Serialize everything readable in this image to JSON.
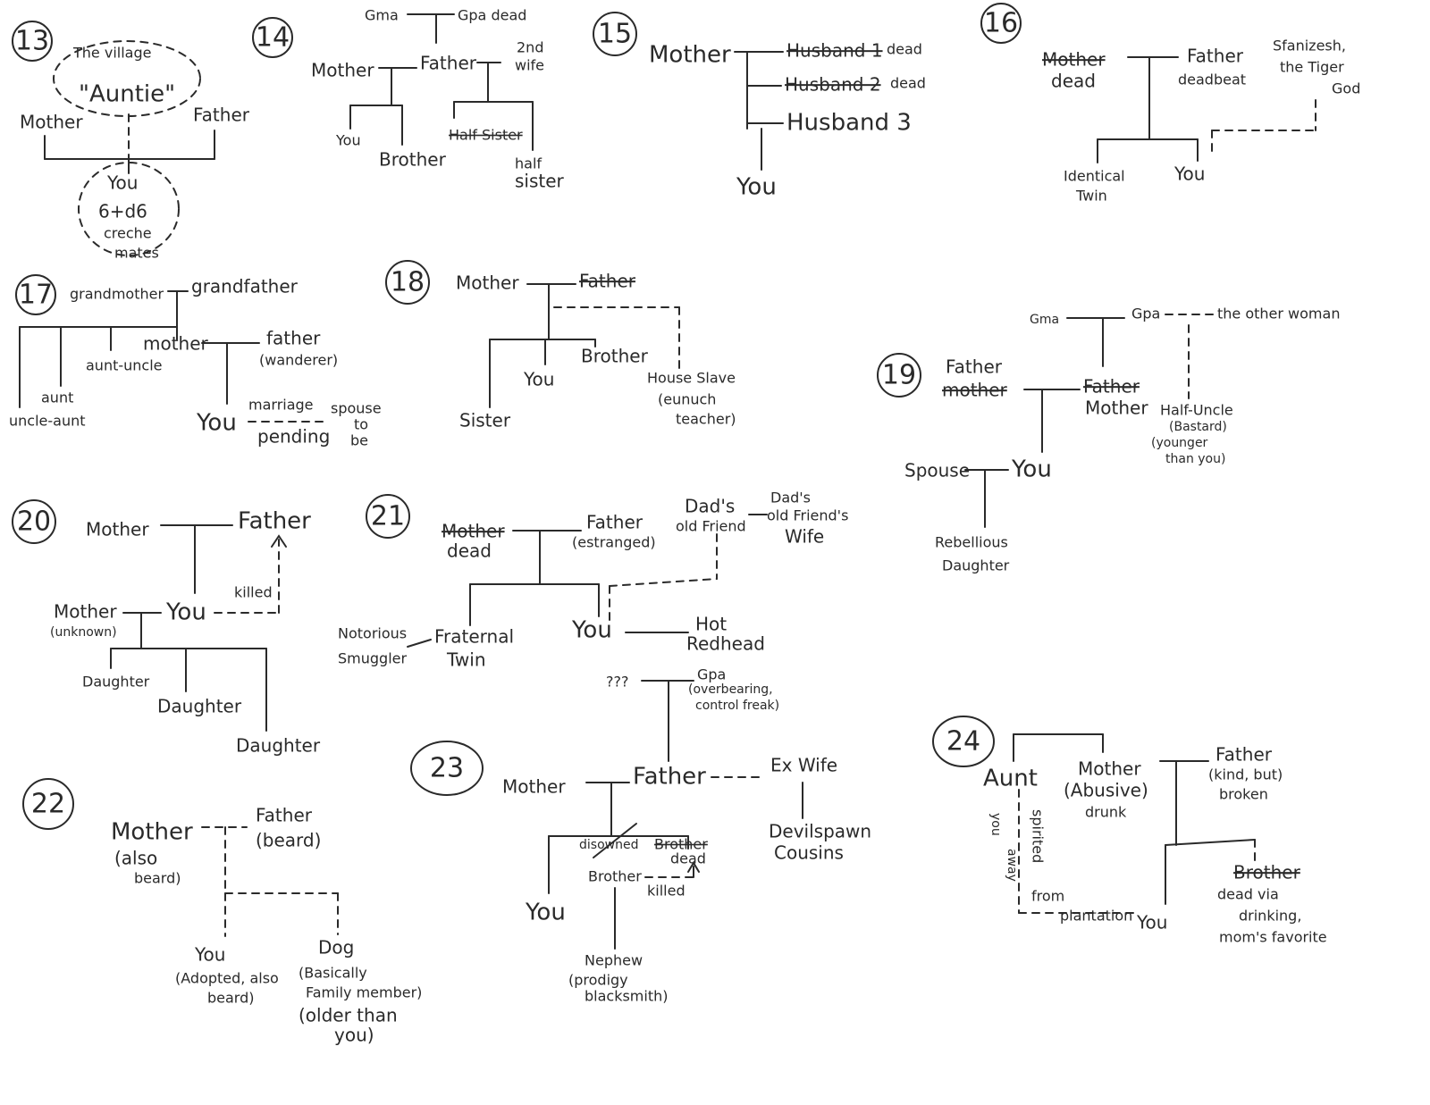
{
  "trees": {
    "t13": {
      "number": "13",
      "village": "The village",
      "auntie": "\"Auntie\"",
      "mother": "Mother",
      "father": "Father",
      "you": "You",
      "crechemates": "6+d6",
      "creche_label": "creche",
      "mates": "mates"
    },
    "t14": {
      "number": "14",
      "gma": "Gma",
      "gpa": "Gpa dead",
      "mother": "Mother",
      "father": "Father",
      "second_wife": "2nd",
      "second_wife_2": "wife",
      "you": "You",
      "brother": "Brother",
      "half_sister_struck": "Half Sister",
      "half_sister": "half",
      "half_sister_2": "sister"
    },
    "t15": {
      "number": "15",
      "mother": "Mother",
      "husband1": "Husband 1",
      "dead1": "dead",
      "husband2": "Husband 2",
      "dead2": "dead",
      "husband3": "Husband 3",
      "you": "You"
    },
    "t16": {
      "number": "16",
      "mother": "Mother",
      "dead": "dead",
      "father": "Father",
      "deadbeat": "deadbeat",
      "god_1": "Sfanizesh,",
      "god_2": "the Tiger",
      "god_3": "God",
      "twin_1": "Identical",
      "twin_2": "Twin",
      "you": "You"
    },
    "t17": {
      "number": "17",
      "grandmother": "grandmother",
      "grandfather": "grandfather",
      "mother": "mother",
      "father": "father",
      "wanderer": "(wanderer)",
      "aunt_uncle": "aunt-uncle",
      "aunt": "aunt",
      "uncle_aunt": "uncle-aunt",
      "you": "You",
      "marriage": "marriage",
      "pending": "pending",
      "spouse_1": "spouse",
      "spouse_2": "to",
      "spouse_3": "be"
    },
    "t18": {
      "number": "18",
      "mother": "Mother",
      "father": "Father",
      "you": "You",
      "brother": "Brother",
      "sister": "Sister",
      "slave_1": "House Slave",
      "slave_2": "(eunuch",
      "slave_3": "teacher)"
    },
    "t19": {
      "number": "19",
      "gma": "Gma",
      "gpa": "Gpa",
      "other_woman": "the other woman",
      "father": "Father",
      "mother_struck": "mother",
      "father_struck": "Father",
      "mother": "Mother",
      "half_uncle": "Half-Uncle",
      "bastard": "(Bastard)",
      "younger": "(younger",
      "than_you": "than you)",
      "spouse": "Spouse",
      "you": "You",
      "daughter_1": "Rebellious",
      "daughter_2": "Daughter"
    },
    "t20": {
      "number": "20",
      "mother": "Mother",
      "father": "Father",
      "you": "You",
      "killed": "killed",
      "mother_unknown": "Mother",
      "unknown": "(unknown)",
      "daughter": "Daughter"
    },
    "t21": {
      "number": "21",
      "mother": "Mother",
      "dead": "dead",
      "father": "Father",
      "estranged": "(estranged)",
      "friend_1": "Dad's",
      "friend_2": "old Friend",
      "wife_1": "Dad's",
      "wife_2": "old Friend's",
      "wife_3": "Wife",
      "smuggler_1": "Notorious",
      "smuggler_2": "Smuggler",
      "twin_1": "Fraternal",
      "twin_2": "Twin",
      "you": "You",
      "redhead_1": "Hot",
      "redhead_2": "Redhead"
    },
    "t22": {
      "number": "22",
      "mother": "Mother",
      "also_beard_1": "(also",
      "also_beard_2": "beard)",
      "father": "Father",
      "beard": "(beard)",
      "you": "You",
      "adopted_1": "(Adopted, also",
      "adopted_2": "beard)",
      "dog": "Dog",
      "dog_1": "(Basically",
      "dog_2": "Family member)",
      "dog_3": "(older than",
      "dog_4": "you)"
    },
    "t23": {
      "number": "23",
      "unknown": "???",
      "gpa": "Gpa",
      "gpa_note_1": "(overbearing,",
      "gpa_note_2": "control freak)",
      "mother": "Mother",
      "father": "Father",
      "ex_wife": "Ex Wife",
      "disowned": "disowned",
      "brother": "Brother",
      "brother_dead": "Brother",
      "dead": "dead",
      "killed": "killed",
      "you": "You",
      "nephew": "Nephew",
      "prodigy_1": "(prodigy",
      "prodigy_2": "blacksmith)",
      "cousins_1": "Devilspawn",
      "cousins_2": "Cousins"
    },
    "t24": {
      "number": "24",
      "aunt": "Aunt",
      "mother": "Mother",
      "abusive": "(Abusive)",
      "drunk": "drunk",
      "father": "Father",
      "kind": "(kind, but)",
      "broken": "broken",
      "spirited_1": "spirited",
      "spirited_2": "you",
      "spirited_3": "away",
      "from": "from",
      "plantation": "plantation",
      "you": "You",
      "brother": "Brother",
      "brother_1": "dead via",
      "brother_2": "drinking,",
      "brother_3": "mom's favorite"
    }
  }
}
